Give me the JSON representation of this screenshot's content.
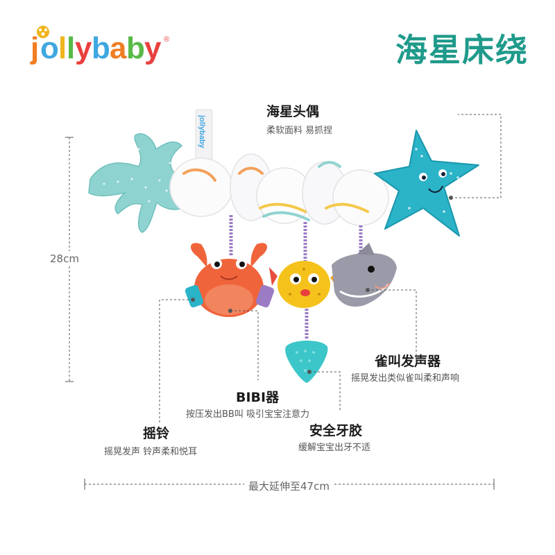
{
  "brand": {
    "logo_text": "jollybaby",
    "registered": "®"
  },
  "title": "海星床绕",
  "height_label": "28cm",
  "width_label": "最大延伸至47cm",
  "callouts": {
    "starfish": {
      "title": "海星头偶",
      "desc": "柔软面料 易抓捏"
    },
    "squeaker": {
      "title": "雀叫发声器",
      "desc": "摇晃发出类似雀叫柔和声响"
    },
    "bibi": {
      "title": "BIBI器",
      "desc": "按压发出BB叫 吸引宝宝注意力"
    },
    "rattle": {
      "title": "摇铃",
      "desc": "摇晃发声 铃声柔和悦耳"
    },
    "teether": {
      "title": "安全牙胶",
      "desc": "缓解宝宝出牙不适"
    }
  },
  "colors": {
    "title": "#1f9a8b",
    "coral": "#8fd3d0",
    "starfish": "#2bb3c8",
    "crab": "#f0643c",
    "fish": "#f5c21c",
    "shark": "#9a9aa8",
    "teether": "#3cc6c9",
    "ribbon": "#9b7cc4"
  }
}
